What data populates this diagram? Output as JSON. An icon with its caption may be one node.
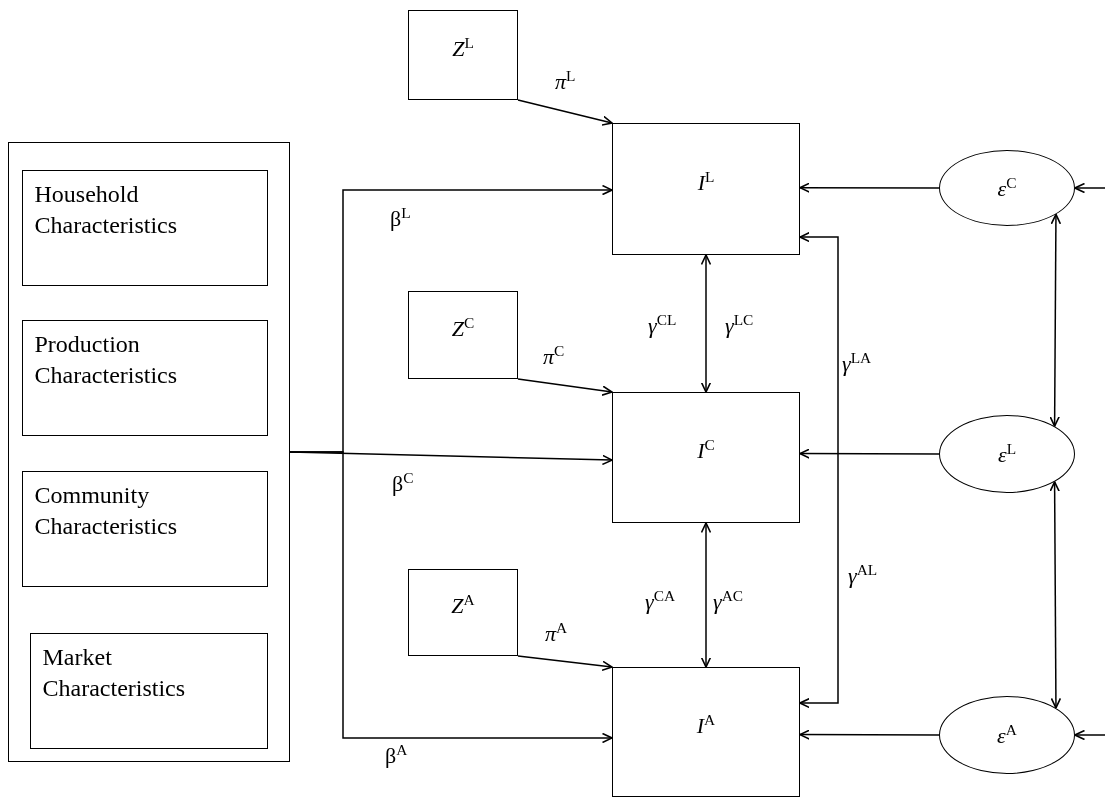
{
  "diagram": {
    "nodes": [
      {
        "text": [],
        "shape": "box"
      },
      {
        "text": [
          "Household Characteristics"
        ],
        "in": 0
      },
      {
        "text": [
          "Production Characteristics"
        ],
        "in": 0
      },
      {
        "text": [
          "Community Characteristics"
        ],
        "in": 0
      },
      {
        "text": [
          "Market Characteristics"
        ],
        "in": 0
      },
      {
        "text": [
          "*Z*$^{L}$"
        ]
      },
      {
        "text": [
          "*I*$^{L}$"
        ]
      },
      {
        "text": [
          "*ε*$^{C}$"
        ]
      },
      {
        "text": [
          "*Z*$^{C}$"
        ]
      },
      {
        "text": [
          "*I*$^{C}$"
        ]
      },
      {
        "text": [
          "*ε*$^{L}$"
        ]
      },
      {
        "text": [
          "*Z*$^{A}$"
        ]
      },
      {
        "text": [
          "*I*$^{A}$"
        ]
      },
      {
        "text": [
          "*ε*$^{A}$"
        ]
      }
    ],
    "edges": [
      {
        "from": 0,
        "to": 6,
        "arrow": "to",
        "label": "β$^{L}$"
      },
      {
        "from": 0,
        "to": 9,
        "arrow": "to",
        "label": "β$^{C}$"
      },
      {
        "from": 0,
        "to": 12,
        "arrow": "to",
        "label": "β$^{A}$"
      },
      {
        "from": 5,
        "to": 6,
        "arrow": "to",
        "label": "*π*$^{L}$"
      },
      {
        "from": 8,
        "to": 9,
        "arrow": "to",
        "label": "*π*$^{C}$"
      },
      {
        "from": 11,
        "to": 12,
        "arrow": "to",
        "label": "*π*$^{A}$"
      },
      {
        "from": 6,
        "to": 9,
        "arrow": "both",
        "label": "*γ*$^{CL}$"
      },
      {
        "from": 9,
        "to": 12,
        "arrow": "both",
        "label": "*γ*$^{CA}$"
      },
      {
        "from": 6,
        "to": 12,
        "arrow": "both",
        "label": "*γ*$^{LA}$"
      },
      {
        "from": 7,
        "to": 6,
        "arrow": "to"
      },
      {
        "from": 10,
        "to": 9,
        "arrow": "to"
      },
      {
        "from": 13,
        "to": 12,
        "arrow": "to"
      },
      {
        "from": 7,
        "to": 10,
        "arrow": "both"
      },
      {
        "from": 10,
        "to": 13,
        "arrow": "both"
      },
      {
        "from": null,
        "to": 7,
        "arrow": "to"
      },
      {
        "from": null,
        "to": 13,
        "arrow": "to"
      }
    ],
    "labels": [
      "*γ*$^{LC}$",
      "*γ*$^{AC}$",
      "*γ*$^{AL}$"
    ]
  }
}
